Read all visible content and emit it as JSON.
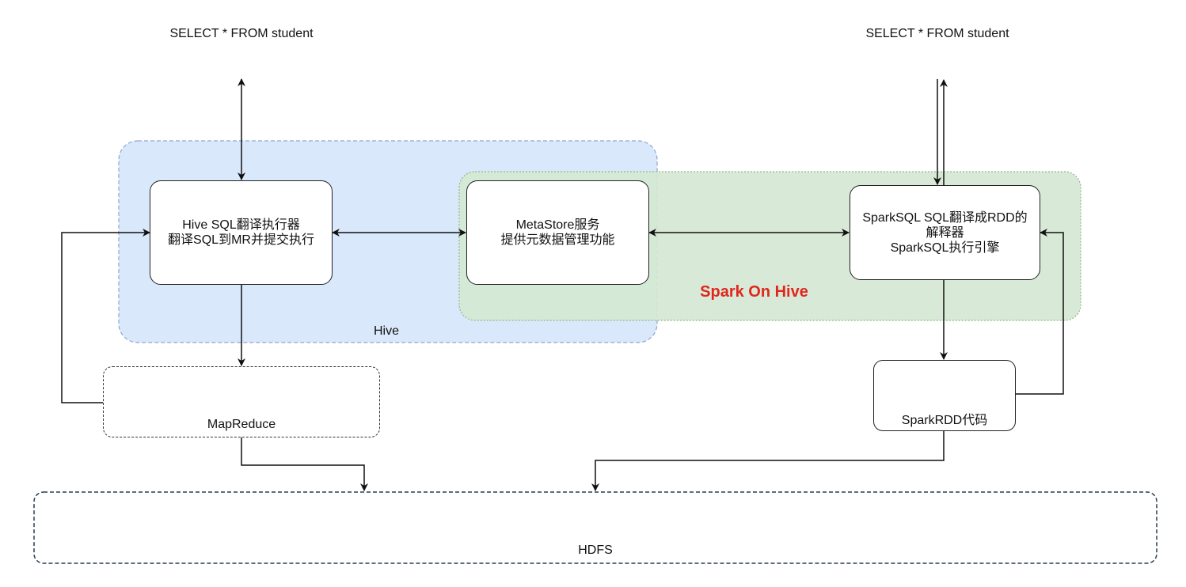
{
  "queries": {
    "left": "SELECT * FROM student",
    "right": "SELECT * FROM student"
  },
  "regions": {
    "hive": "Hive",
    "spark_on_hive": "Spark On Hive"
  },
  "nodes": {
    "hive_sql": [
      "Hive SQL翻译执行器",
      "翻译SQL到MR并提交执行"
    ],
    "metastore": [
      "MetaStore服务",
      "提供元数据管理功能"
    ],
    "sparksql": [
      "SparkSQL SQL翻译成RDD的",
      "解释器",
      "SparkSQL执行引擎"
    ],
    "mapreduce": "MapReduce",
    "spark_rdd": "SparkRDD代码",
    "hdfs": "HDFS"
  },
  "colors": {
    "hive_region_fill": "#dae8fc",
    "hive_region_border": "#8fa8c8",
    "spark_region_fill": "#d5e8d4",
    "spark_region_border": "#8fb88a",
    "spark_on_hive_text": "#e0261f",
    "stroke": "#111111"
  }
}
